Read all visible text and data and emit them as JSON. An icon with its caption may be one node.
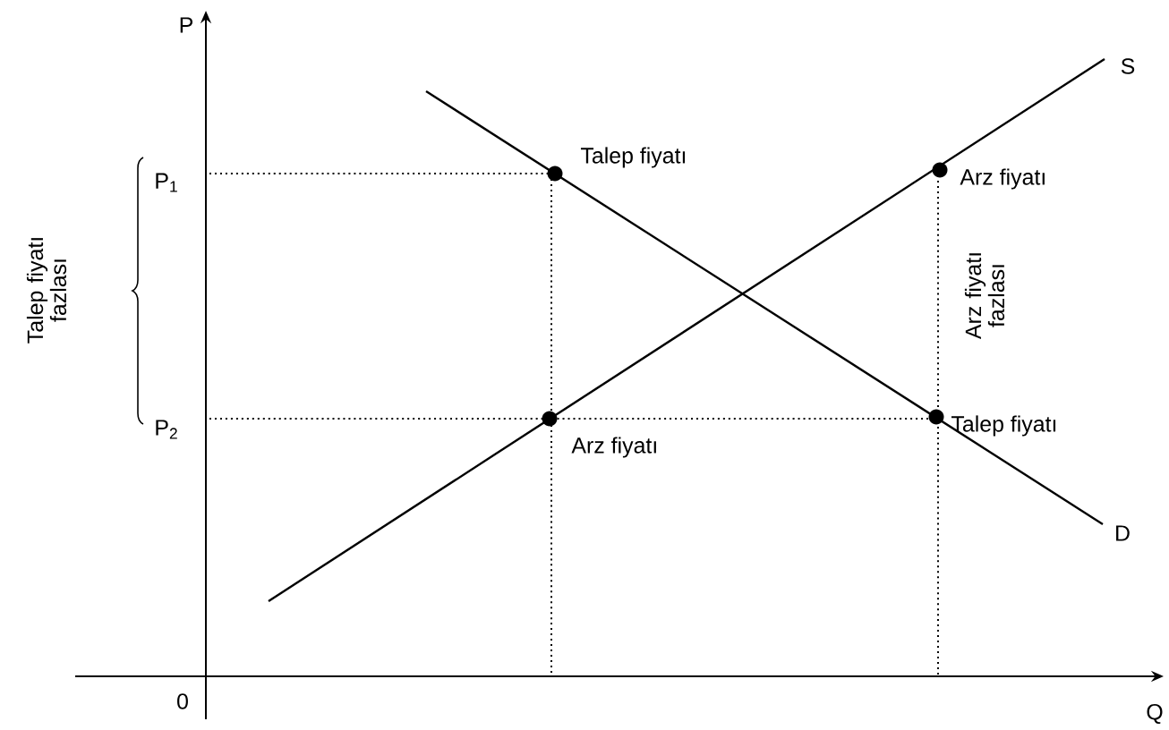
{
  "diagram": {
    "nodes": [
      {
        "text": [],
        "shape": "circle",
        "beside": [
          "Talep fiyatı"
        ]
      },
      {
        "text": [],
        "shape": "circle",
        "beside": [
          "Arz fiyatı"
        ]
      },
      {
        "text": [],
        "shape": "circle",
        "beside": [
          "Arz fiyatı"
        ]
      },
      {
        "text": [],
        "shape": "circle",
        "beside": [
          "Talep fiyatı"
        ]
      }
    ],
    "labels": [
      "P",
      "S",
      "P$_{1}$",
      "Talep fiyatı fazlası",
      "Arz fiyatı fazlası",
      "P$_{2}$",
      "D",
      "0",
      "Q"
    ]
  }
}
